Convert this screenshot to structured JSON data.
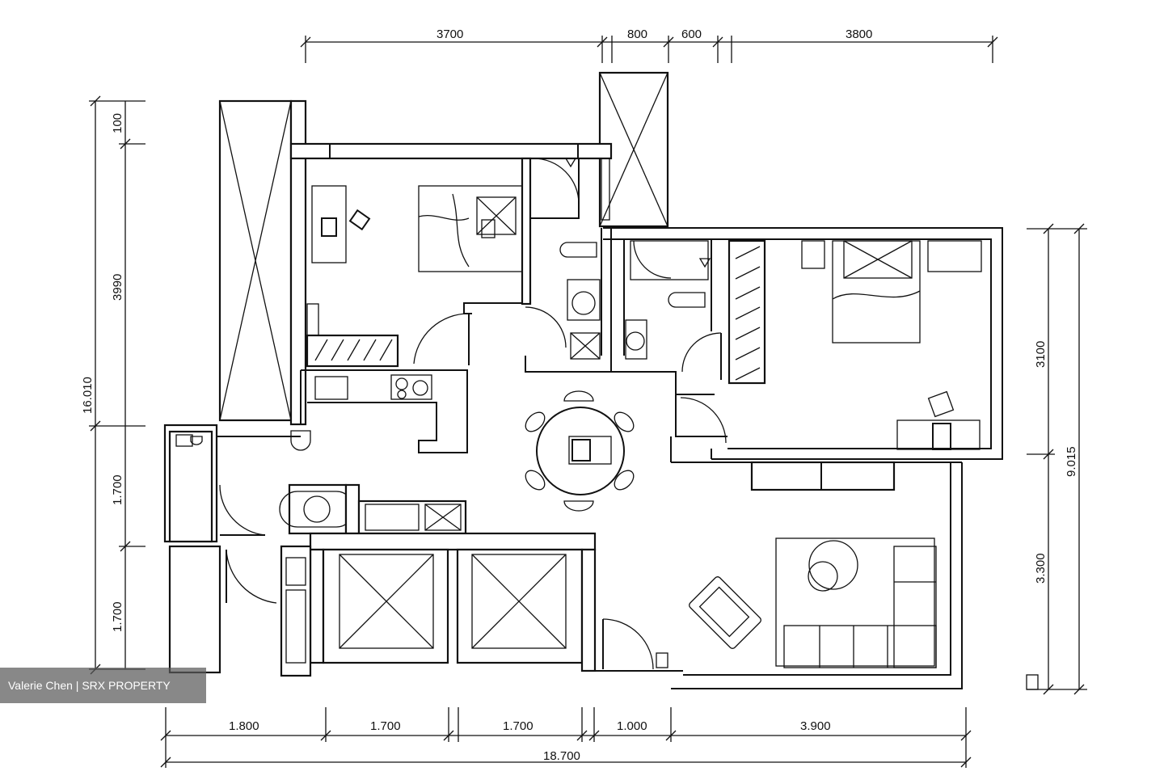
{
  "top_dimensions": [
    "3700",
    "800",
    "600",
    "3800"
  ],
  "bottom_dimensions": [
    "1.800",
    "1.700",
    "1.700",
    "1.000",
    "3.900"
  ],
  "bottom_total": "18.700",
  "left_dimensions": [
    "100",
    "3990",
    "1.700",
    "1.700"
  ],
  "left_total": "16.010",
  "right_dimensions": [
    "3100",
    "3.300"
  ],
  "right_total": "9.015",
  "watermark": "Valerie Chen | SRX PROPERTY"
}
